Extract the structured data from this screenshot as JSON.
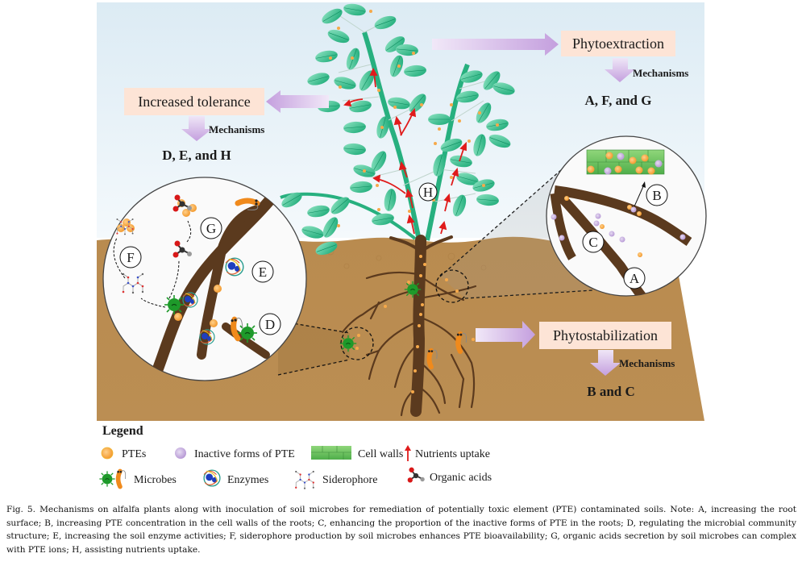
{
  "figure": {
    "boxes": {
      "increased_tolerance": "Increased tolerance",
      "phytoextraction": "Phytoextraction",
      "phytostabilization": "Phytostabilization"
    },
    "mechanisms_label": "Mechanisms",
    "results": {
      "increased_tolerance": "D, E, and H",
      "phytoextraction": "A, F, and G",
      "phytostabilization": "B and C"
    },
    "circle_letters": {
      "A": "A",
      "B": "B",
      "C": "C",
      "D": "D",
      "E": "E",
      "F": "F",
      "G": "G",
      "H": "H"
    },
    "colors": {
      "sky_top": "#dcebf4",
      "sky_bottom": "#f3f8fb",
      "soil": "#bb8f52",
      "root": "#5b3a1e",
      "leaf": "#2fbf8e",
      "pte": "#f6a94a",
      "inactive_pte": "#c8b3e0",
      "box_fill": "#fde4d6",
      "arrow_purple": "#c9a9e0",
      "nutrient_arrow": "#e01b1b",
      "microbe_green": "#1e9a2a",
      "microbe_orange": "#f08a1c"
    }
  },
  "legend": {
    "title": "Legend",
    "items": [
      {
        "label": "PTEs",
        "icon": "pte-dot-icon"
      },
      {
        "label": "Inactive forms of PTE",
        "icon": "inactive-pte-dot-icon"
      },
      {
        "label": "Cell walls",
        "icon": "cell-wall-icon"
      },
      {
        "label": "Nutrients uptake",
        "icon": "red-arrow-icon"
      },
      {
        "label": "Microbes",
        "icon": "microbe-icon"
      },
      {
        "label": "Enzymes",
        "icon": "enzyme-icon"
      },
      {
        "label": "Siderophore",
        "icon": "siderophore-icon"
      },
      {
        "label": "Organic acids",
        "icon": "organic-acid-icon"
      }
    ]
  },
  "caption": {
    "label": "Fig. 5.",
    "text": "Mechanisms on alfalfa plants along with inoculation of soil microbes for remediation of potentially toxic element (PTE) contaminated soils. Note: A, increasing the root surface; B, increasing PTE concentration in the cell walls of the roots; C, enhancing the proportion of the inactive forms of PTE in the roots; D, regulating the microbial community structure; E, increasing the soil enzyme activities; F, siderophore production by soil microbes enhances PTE bioavailability; G, organic acids secretion by soil microbes can complex with PTE ions; H, assisting nutrients uptake."
  }
}
